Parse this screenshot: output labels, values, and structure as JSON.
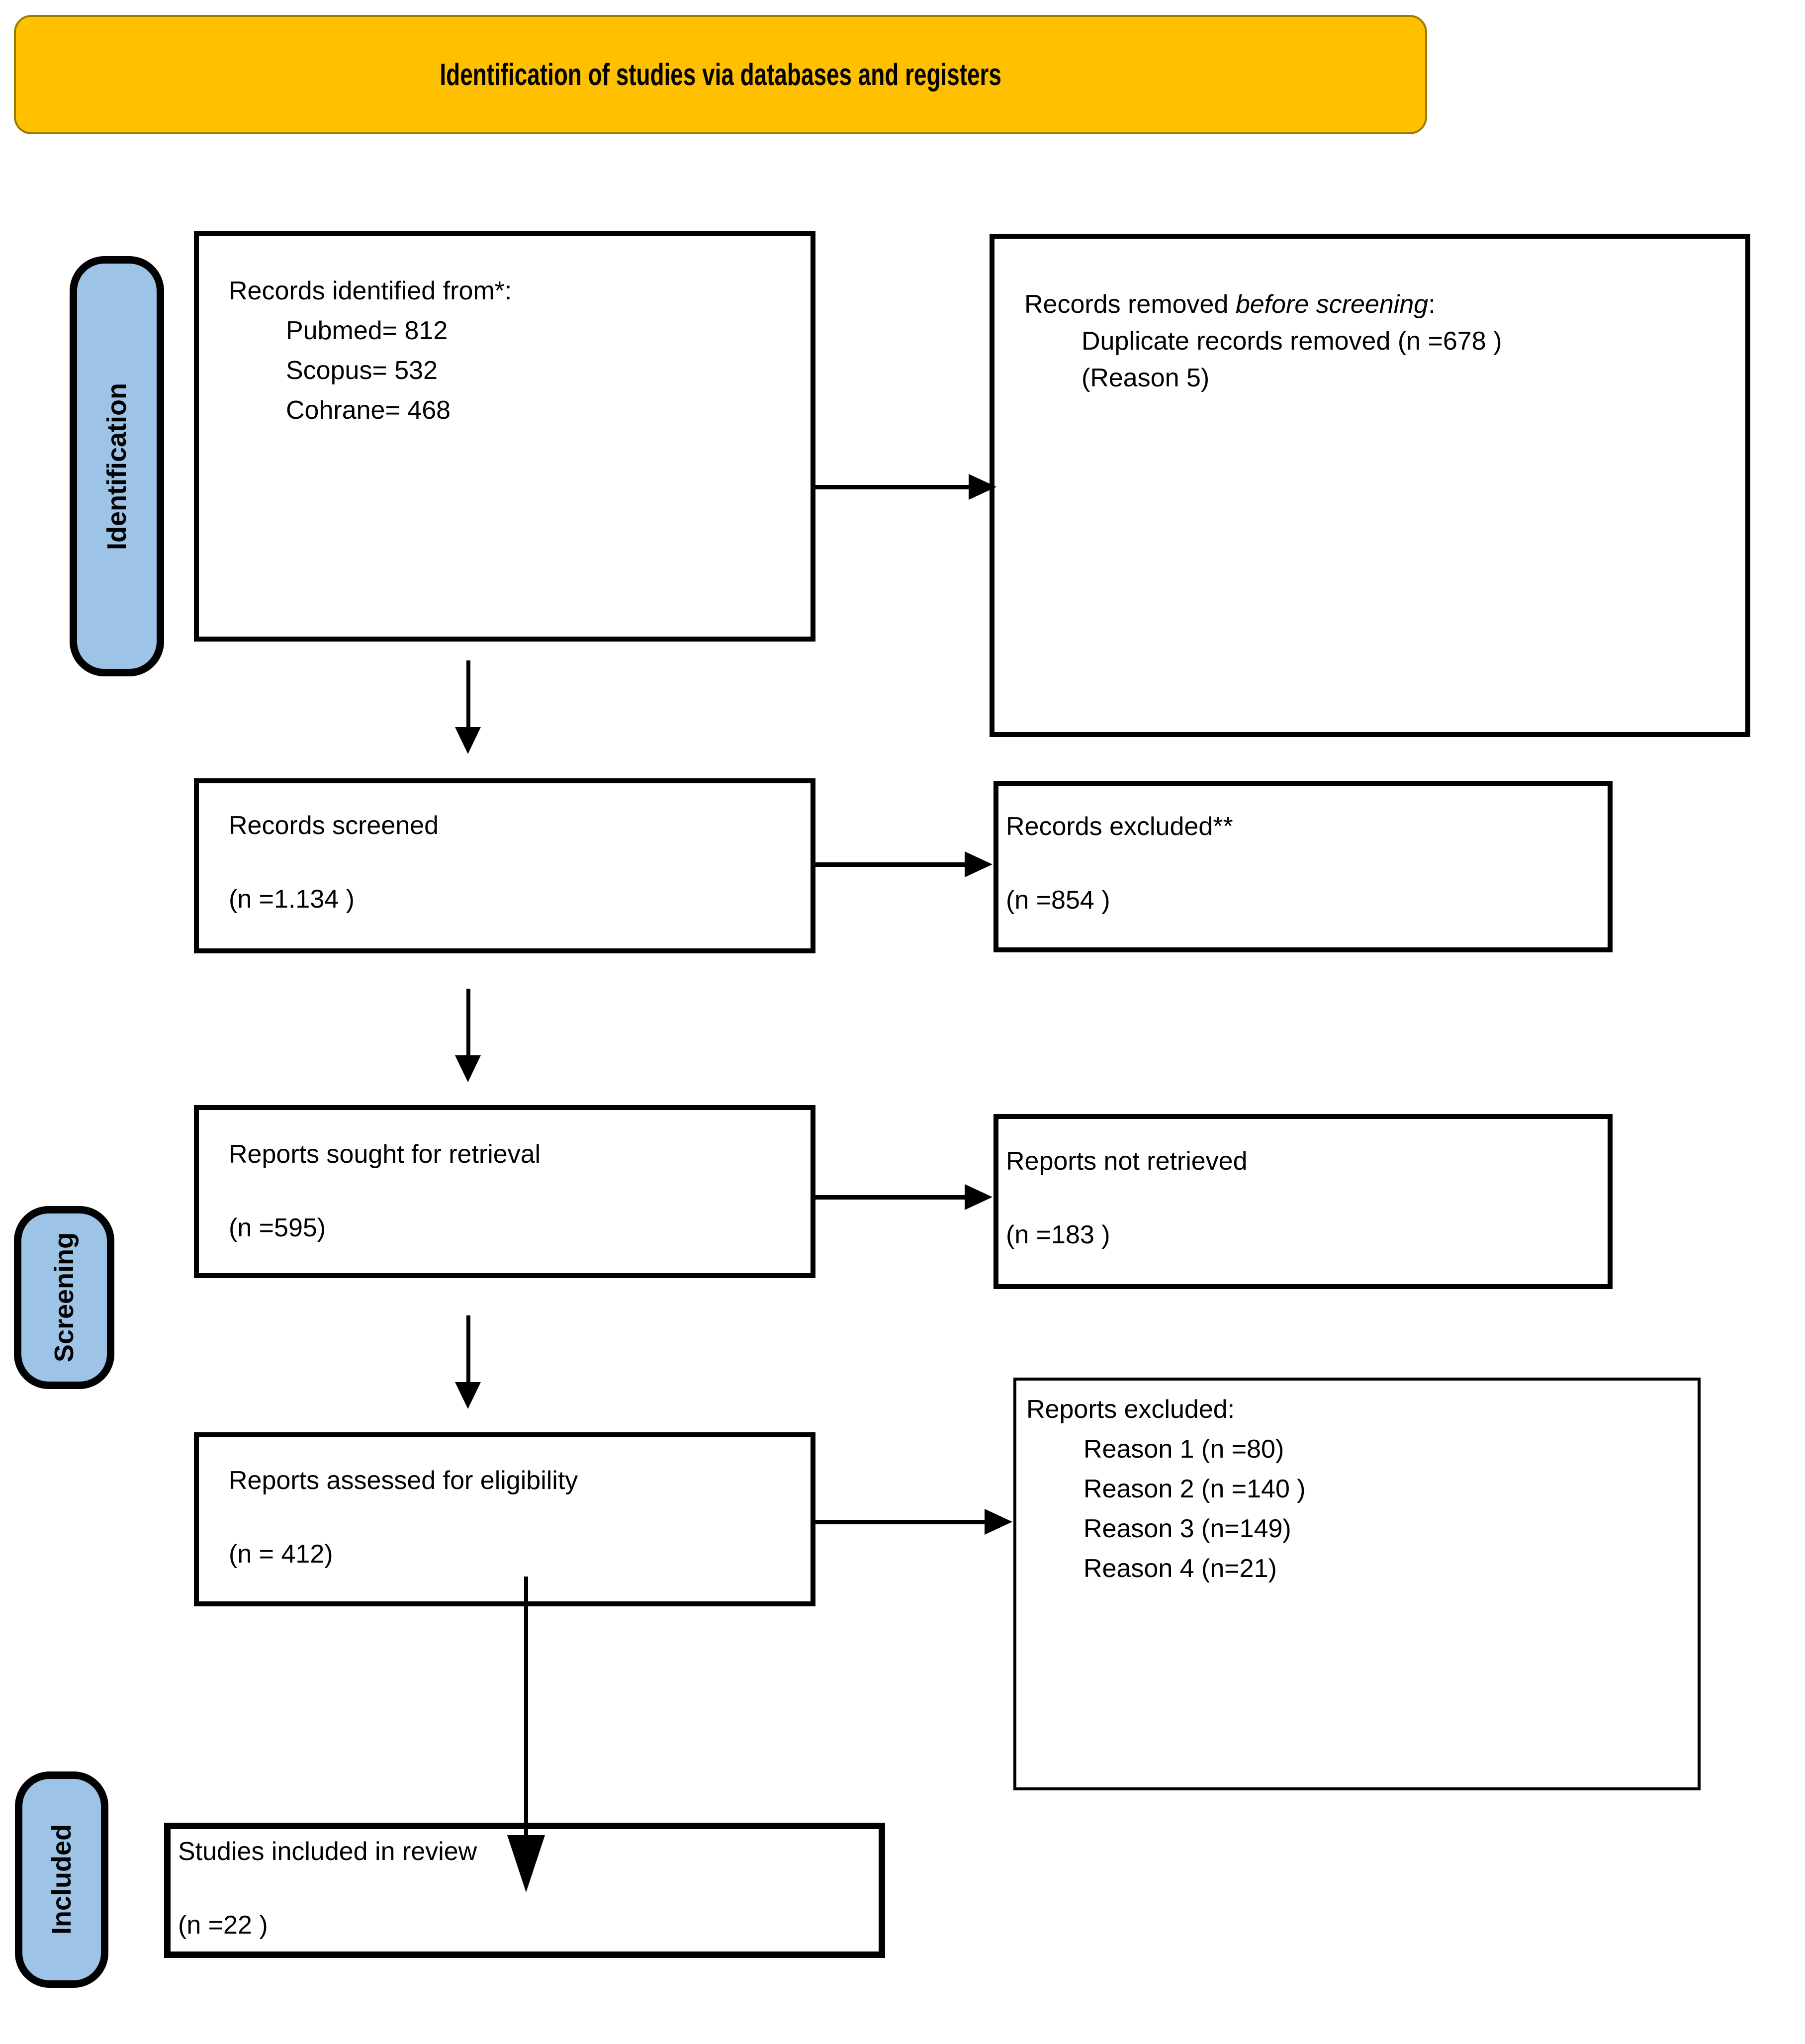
{
  "header": {
    "title": "Identification of studies via databases and registers"
  },
  "colors": {
    "header_bg": "#FFC000",
    "stage_bg": "#9DC3E6",
    "line": "#000000",
    "box_bg": "#FFFFFF"
  },
  "stages": [
    {
      "label": "Identification"
    },
    {
      "label": "Screening"
    },
    {
      "label": "Included"
    }
  ],
  "boxes": {
    "records_identified": {
      "lines": [
        {
          "t": "Records identified from*:"
        },
        {
          "t": "Pubmed= 812",
          "indent": true
        },
        {
          "t": "Scopus= 532",
          "indent": true
        },
        {
          "t": "Cohrane= 468",
          "indent": true
        }
      ]
    },
    "records_removed": {
      "lines": [
        {
          "t": "Records removed before screening:",
          "em": "before screening"
        },
        {
          "t": "Duplicate records removed (n =678 )",
          "indent": true
        },
        {
          "t": "(Reason 5)",
          "indent": true
        }
      ]
    },
    "records_screened": {
      "lines": [
        {
          "t": "Records screened"
        },
        {
          "t": ""
        },
        {
          "t": "(n =1.134 )"
        }
      ]
    },
    "records_excluded": {
      "lines": [
        {
          "t": "Records excluded**"
        },
        {
          "t": ""
        },
        {
          "t": "(n =854 )"
        }
      ]
    },
    "reports_sought": {
      "lines": [
        {
          "t": "Reports sought for retrieval"
        },
        {
          "t": ""
        },
        {
          "t": "(n =595)"
        }
      ]
    },
    "reports_not_retrieved": {
      "lines": [
        {
          "t": "Reports not retrieved"
        },
        {
          "t": ""
        },
        {
          "t": "(n =183 )"
        }
      ]
    },
    "reports_assessed": {
      "lines": [
        {
          "t": "Reports assessed for eligibility"
        },
        {
          "t": ""
        },
        {
          "t": "(n = 412)"
        }
      ]
    },
    "reports_excluded": {
      "lines": [
        {
          "t": "Reports excluded:"
        },
        {
          "t": "Reason 1 (n =80)",
          "indent": true
        },
        {
          "t": "Reason 2 (n =140 )",
          "indent": true
        },
        {
          "t": "Reason 3 (n=149)",
          "indent": true
        },
        {
          "t": "Reason 4 (n=21)",
          "indent": true
        }
      ]
    },
    "studies_included": {
      "lines": [
        {
          "t": "Studies included in review"
        },
        {
          "t": ""
        },
        {
          "t": "(n =22 )"
        }
      ]
    }
  }
}
